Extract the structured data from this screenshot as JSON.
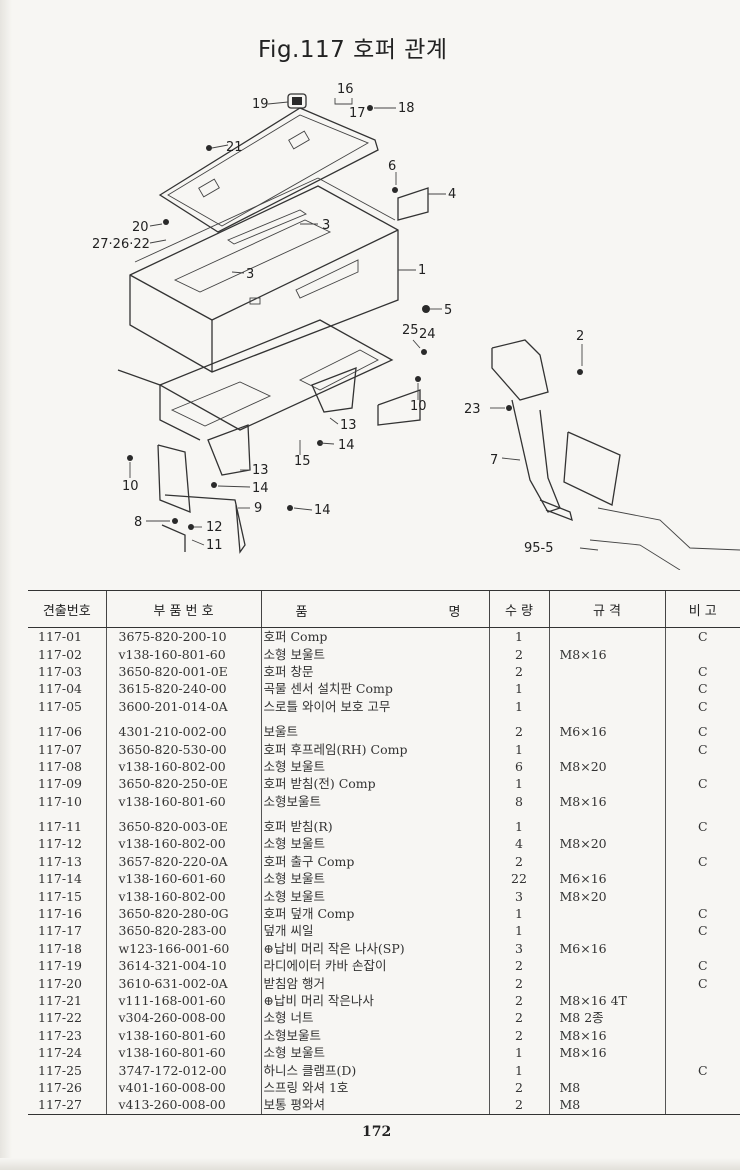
{
  "title": "Fig.117 호퍼 관계",
  "callouts": [
    "1",
    "2",
    "3",
    "3",
    "4",
    "5",
    "6",
    "7",
    "8",
    "9",
    "10",
    "10",
    "11",
    "12",
    "13",
    "13",
    "14",
    "14",
    "14",
    "15",
    "16",
    "17",
    "18",
    "19",
    "20",
    "21",
    "23",
    "24",
    "25",
    "27·26·22",
    "95-5"
  ],
  "table": {
    "headers": {
      "index": "견출번호",
      "part_no": "부 품 번 호",
      "name_left": "품",
      "name_right": "명",
      "qty": "수 량",
      "spec": "규 격",
      "note": "비 고"
    },
    "rows": [
      {
        "index": "117-01",
        "part": "3675-820-200-10",
        "name": "호퍼 Comp",
        "qty": "1",
        "spec": "",
        "note": "C"
      },
      {
        "index": "117-02",
        "part": "v138-160-801-60",
        "name": "소형 보울트",
        "qty": "2",
        "spec": "M8×16",
        "note": ""
      },
      {
        "index": "117-03",
        "part": "3650-820-001-0E",
        "name": "호퍼 창문",
        "qty": "2",
        "spec": "",
        "note": "C"
      },
      {
        "index": "117-04",
        "part": "3615-820-240-00",
        "name": "곡물 센서 설치판 Comp",
        "qty": "1",
        "spec": "",
        "note": "C"
      },
      {
        "index": "117-05",
        "part": "3600-201-014-0A",
        "name": "스로틀 와이어 보호 고무",
        "qty": "1",
        "spec": "",
        "note": "C"
      },
      {
        "index": "117-06",
        "part": "4301-210-002-00",
        "name": "보울트",
        "qty": "2",
        "spec": "M6×16",
        "note": "C"
      },
      {
        "index": "117-07",
        "part": "3650-820-530-00",
        "name": "호퍼 후프레임(RH) Comp",
        "qty": "1",
        "spec": "",
        "note": "C"
      },
      {
        "index": "117-08",
        "part": "v138-160-802-00",
        "name": "소형 보울트",
        "qty": "6",
        "spec": "M8×20",
        "note": ""
      },
      {
        "index": "117-09",
        "part": "3650-820-250-0E",
        "name": "호퍼 받침(전) Comp",
        "qty": "1",
        "spec": "",
        "note": "C"
      },
      {
        "index": "117-10",
        "part": "v138-160-801-60",
        "name": "소형보울트",
        "qty": "8",
        "spec": "M8×16",
        "note": ""
      },
      {
        "index": "117-11",
        "part": "3650-820-003-0E",
        "name": "호퍼 받침(R)",
        "qty": "1",
        "spec": "",
        "note": "C"
      },
      {
        "index": "117-12",
        "part": "v138-160-802-00",
        "name": "소형 보울트",
        "qty": "4",
        "spec": "M8×20",
        "note": ""
      },
      {
        "index": "117-13",
        "part": "3657-820-220-0A",
        "name": "호퍼 출구 Comp",
        "qty": "2",
        "spec": "",
        "note": "C"
      },
      {
        "index": "117-14",
        "part": "v138-160-601-60",
        "name": "소형 보울트",
        "qty": "22",
        "spec": "M6×16",
        "note": ""
      },
      {
        "index": "117-15",
        "part": "v138-160-802-00",
        "name": "소형 보울트",
        "qty": "3",
        "spec": "M8×20",
        "note": ""
      },
      {
        "index": "117-16",
        "part": "3650-820-280-0G",
        "name": "호퍼 덮개 Comp",
        "qty": "1",
        "spec": "",
        "note": "C"
      },
      {
        "index": "117-17",
        "part": "3650-820-283-00",
        "name": "덮개 씨일",
        "qty": "1",
        "spec": "",
        "note": "C"
      },
      {
        "index": "117-18",
        "part": "w123-166-001-60",
        "name": "⊕납비 머리 작은 나사(SP)",
        "qty": "3",
        "spec": "M6×16",
        "note": ""
      },
      {
        "index": "117-19",
        "part": "3614-321-004-10",
        "name": "라디에이터 카바 손잡이",
        "qty": "2",
        "spec": "",
        "note": "C"
      },
      {
        "index": "117-20",
        "part": "3610-631-002-0A",
        "name": "받침암 행거",
        "qty": "2",
        "spec": "",
        "note": "C"
      },
      {
        "index": "117-21",
        "part": "v111-168-001-60",
        "name": "⊕납비 머리 작은나사",
        "qty": "2",
        "spec": "M8×16 4T",
        "note": ""
      },
      {
        "index": "117-22",
        "part": "v304-260-008-00",
        "name": "소형 너트",
        "qty": "2",
        "spec": "M8 2종",
        "note": ""
      },
      {
        "index": "117-23",
        "part": "v138-160-801-60",
        "name": "소형보울트",
        "qty": "2",
        "spec": "M8×16",
        "note": ""
      },
      {
        "index": "117-24",
        "part": "v138-160-801-60",
        "name": "소형 보울트",
        "qty": "1",
        "spec": "M8×16",
        "note": ""
      },
      {
        "index": "117-25",
        "part": "3747-172-012-00",
        "name": "하니스 클램프(D)",
        "qty": "1",
        "spec": "",
        "note": "C"
      },
      {
        "index": "117-26",
        "part": "v401-160-008-00",
        "name": "스프링 와셔 1호",
        "qty": "2",
        "spec": "M8",
        "note": ""
      },
      {
        "index": "117-27",
        "part": "v413-260-008-00",
        "name": "보통 평와셔",
        "qty": "2",
        "spec": "M8",
        "note": ""
      }
    ]
  },
  "page_number": "172"
}
